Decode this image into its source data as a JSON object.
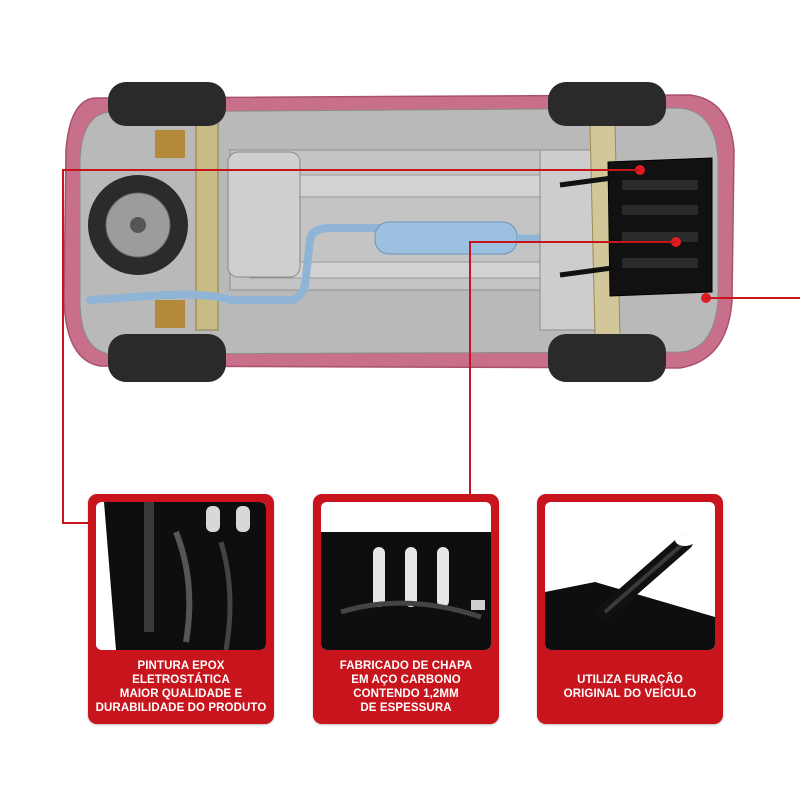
{
  "colors": {
    "accent_red": "#c8141c",
    "car_body": "#c8708a",
    "callout_line": "#c8141c",
    "skid_plate": "#111111",
    "exhaust": "#8fb4d6"
  },
  "features": [
    {
      "caption": "PINTURA EPOX\nELETROSTÁTICA\nMAIOR QUALIDADE E\nDURABILIDADE DO PRODUTO",
      "photo": "skid-plate-surface-detail"
    },
    {
      "caption": "FABRICADO DE CHAPA\nEM AÇO CARBONO\nCONTENDO 1,2MM\nDE ESPESSURA",
      "photo": "skid-plate-slots-detail"
    },
    {
      "caption": "UTILIZA FURAÇÃO\nORIGINAL DO VEÍCULO",
      "photo": "mounting-bracket-detail"
    }
  ]
}
